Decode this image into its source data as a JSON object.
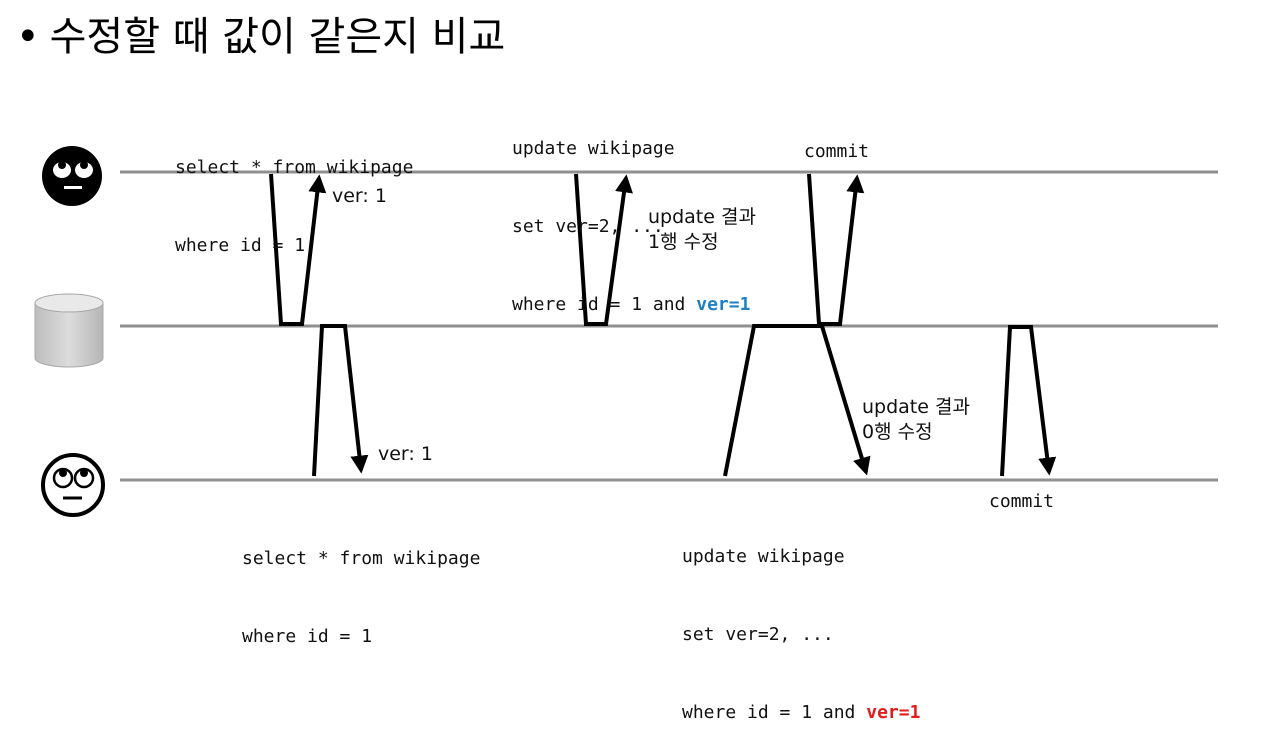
{
  "slide": {
    "bullet": "•",
    "title": "수정할 때 값이 같은지 비교"
  },
  "top_user": {
    "icon": "eyes-up-face-icon",
    "select_line1": "select * from wikipage",
    "select_line2": "where id = 1",
    "select_result": "ver: 1",
    "update_line1": "update wikipage",
    "update_line2": "set ver=2, ...",
    "update_line3_prefix": "where id = 1 and ",
    "update_line3_condition": "ver=1",
    "update_result_line1": "update 결과",
    "update_result_line2": "1행 수정",
    "commit": "commit"
  },
  "database": {
    "icon": "database-cylinder-icon"
  },
  "bottom_user": {
    "icon": "eye-roll-face-icon",
    "select_line1": "select * from wikipage",
    "select_line2": "where id = 1",
    "select_result": "ver: 1",
    "update_line1": "update wikipage",
    "update_line2": "set ver=2, ...",
    "update_line3_prefix": "where id = 1 and ",
    "update_line3_condition": "ver=1",
    "update_result_line1": "update 결과",
    "update_result_line2": "0행 수정",
    "commit": "commit"
  },
  "colors": {
    "timeline": "#8f8f8f",
    "success_condition": "#1f7fc4",
    "fail_condition": "#e31b1b",
    "arrow": "#000000"
  }
}
